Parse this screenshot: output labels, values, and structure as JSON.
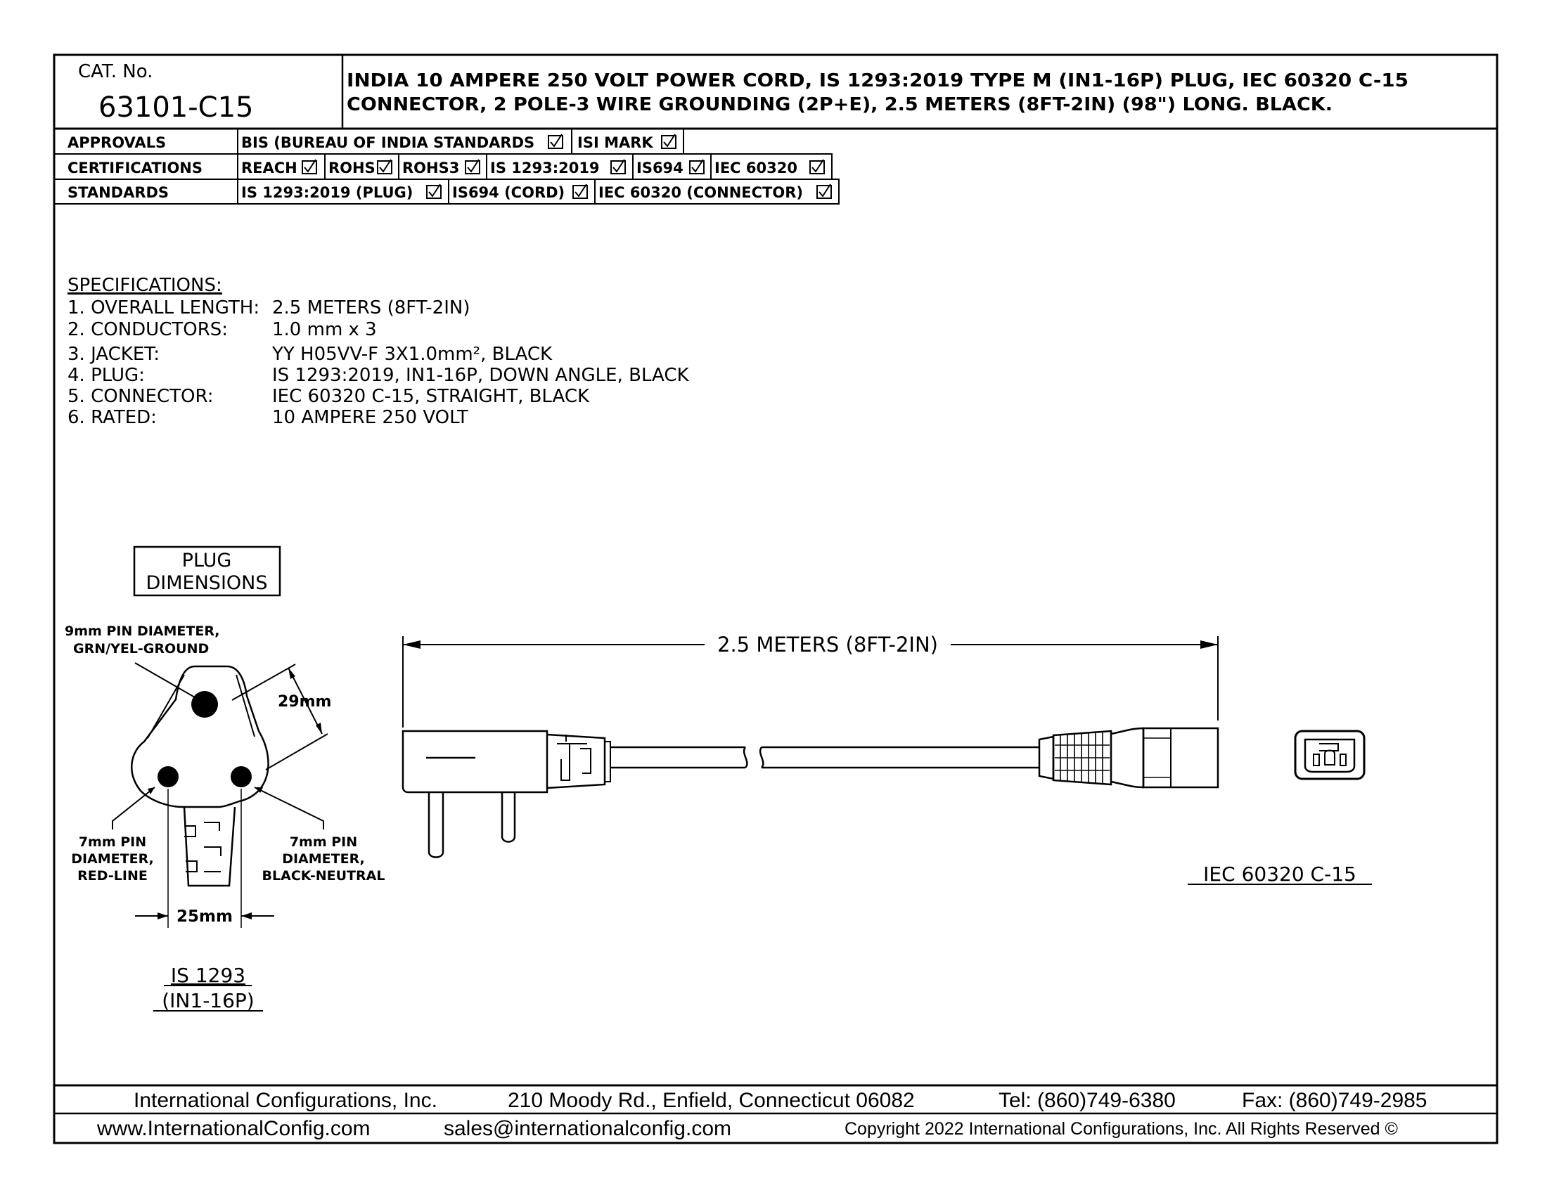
{
  "header": {
    "cat_label": "CAT. No.",
    "cat_number": "63101-C15",
    "description_line1": "INDIA 10 AMPERE 250 VOLT POWER CORD, IS 1293:2019 TYPE M (IN1-16P) PLUG, IEC 60320 C-15",
    "description_line2": "CONNECTOR, 2 POLE-3 WIRE GROUNDING (2P+E), 2.5 METERS (8FT-2IN) (98\") LONG. BLACK."
  },
  "compliance": {
    "approvals_label": "APPROVALS",
    "approvals": [
      "BIS (BUREAU OF INDIA STANDARDS",
      "ISI MARK"
    ],
    "certifications_label": "CERTIFICATIONS",
    "certifications": [
      "REACH",
      "ROHS",
      "ROHS3",
      "IS 1293:2019",
      "IS694",
      "IEC 60320"
    ],
    "standards_label": "STANDARDS",
    "standards": [
      "IS 1293:2019 (PLUG)",
      "IS694 (CORD)",
      "IEC 60320 (CONNECTOR)"
    ]
  },
  "specifications": {
    "title": "SPECIFICATIONS:",
    "items": [
      {
        "label": "1. OVERALL LENGTH:",
        "value": "2.5 METERS (8FT-2IN)"
      },
      {
        "label": "2. CONDUCTORS:",
        "value": "1.0 mm x 3"
      },
      {
        "label": "3. JACKET:",
        "value": "YY H05VV-F 3X1.0mm², BLACK"
      },
      {
        "label": "4. PLUG:",
        "value": "IS 1293:2019, IN1-16P, DOWN ANGLE, BLACK"
      },
      {
        "label": "5. CONNECTOR:",
        "value": "IEC 60320 C-15, STRAIGHT, BLACK"
      },
      {
        "label": "6. RATED:",
        "value": "10 AMPERE 250 VOLT"
      }
    ]
  },
  "plug_dimensions": {
    "box_line1": "PLUG",
    "box_line2": "DIMENSIONS",
    "ground_pin_line1": "9mm PIN DIAMETER,",
    "ground_pin_line2": "GRN/YEL-GROUND",
    "height": "29mm",
    "left_pin_line1": "7mm PIN",
    "left_pin_line2": "DIAMETER,",
    "left_pin_line3": "RED-LINE",
    "right_pin_line1": "7mm PIN",
    "right_pin_line2": "DIAMETER,",
    "right_pin_line3": "BLACK-NEUTRAL",
    "width": "25mm",
    "caption_line1": "IS 1293",
    "caption_line2": "(IN1-16P)"
  },
  "cord": {
    "length_label": "2.5 METERS (8FT-2IN)",
    "connector_caption": "IEC 60320 C-15"
  },
  "footer": {
    "company": "International Configurations, Inc.",
    "address": "210 Moody Rd., Enfield, Connecticut 06082",
    "phone": "Tel: (860)749-6380",
    "fax": "Fax: (860)749-2985",
    "website": "www.InternationalConfig.com",
    "email": "sales@internationalconfig.com",
    "copyright": "Copyright 2022 International Configurations, Inc. All Rights Reserved ©"
  }
}
